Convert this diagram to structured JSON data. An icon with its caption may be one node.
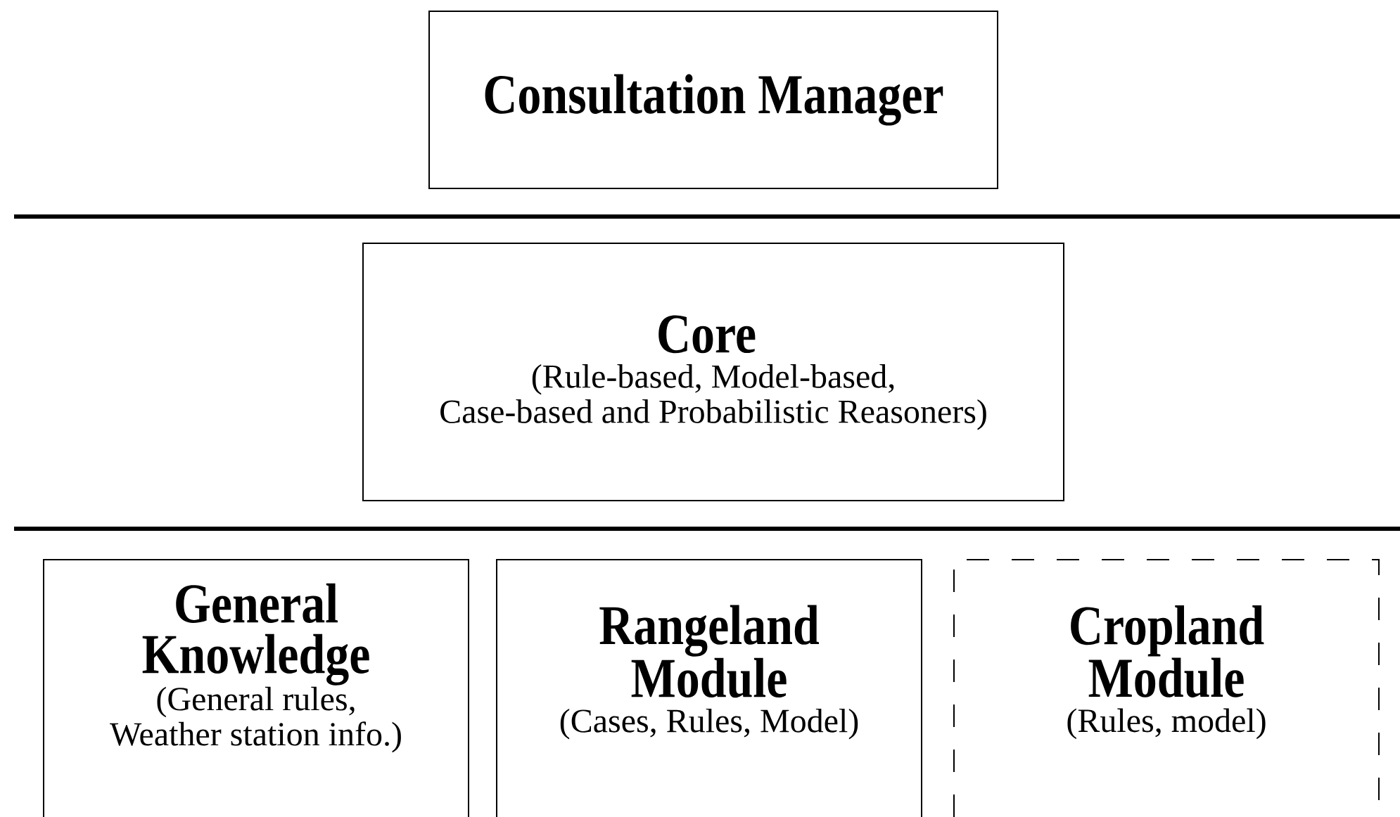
{
  "diagram": {
    "nodes": [
      {
        "text": [
          "Consultation Manager"
        ]
      },
      {
        "text": [
          "Core",
          "(Rule-based, Model-based, Case-based and Probabilistic Reasoners)"
        ]
      },
      {
        "text": [
          "General Knowledge",
          "(General rules, Weather station info.)"
        ]
      },
      {
        "text": [
          "Rangeland Module",
          "(Cases, Rules, Model)"
        ]
      },
      {
        "text": [
          "Cropland Module",
          "(Rules, model)"
        ]
      }
    ]
  }
}
